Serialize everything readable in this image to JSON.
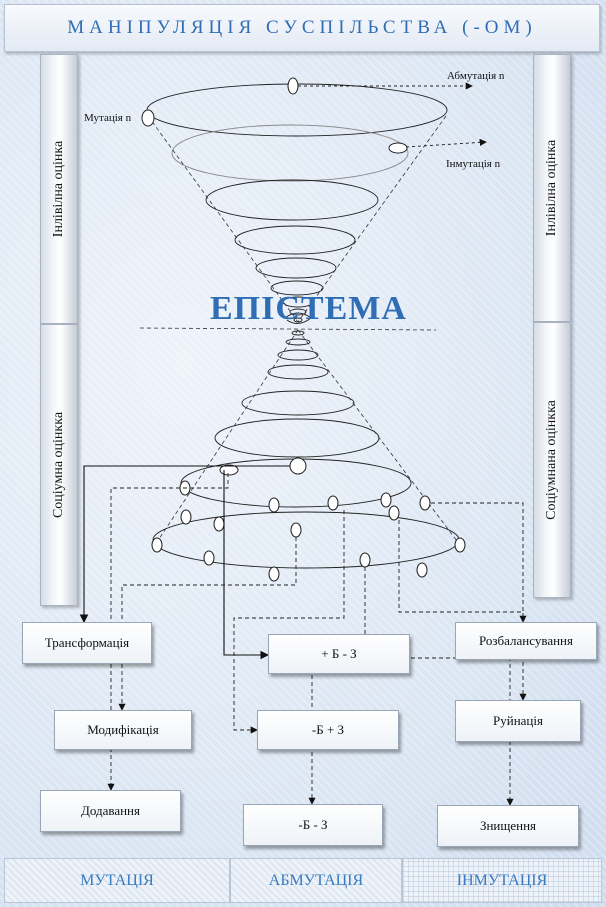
{
  "title": "МАНІПУЛЯЦІЯ СУСПІЛЬСТВА (-ОМ)",
  "center_label": "ЕПІСТЕМА",
  "left_panels": {
    "top": "Інлівілна оцінка",
    "bottom": "Соціумна оцінкка"
  },
  "right_panels": {
    "top": "Інлівілна оцінка",
    "bottom": "Соціумнана оцінкка"
  },
  "cone_labels": {
    "abmutation": "Абмутація n",
    "mutation": "Мутація n",
    "inmutation": "Інмутація n"
  },
  "boxes": {
    "transformation": "Трансформація",
    "modification": "Модифікація",
    "addition": "Додавання",
    "plus_b_minus_z": "+ Б - З",
    "minus_b_plus_z": "-Б + З",
    "minus_b_minus_z": "-Б - З",
    "disbalancing": "Розбалансування",
    "ruination": "Руйнація",
    "destruction": "Знищення"
  },
  "bottom_tabs": [
    "МУТАЦІЯ",
    "АБМУТАЦІЯ",
    "ІНМУТАЦІЯ"
  ],
  "colors": {
    "accent": "#2f6db5",
    "tab_text": "#3a7ac0"
  }
}
